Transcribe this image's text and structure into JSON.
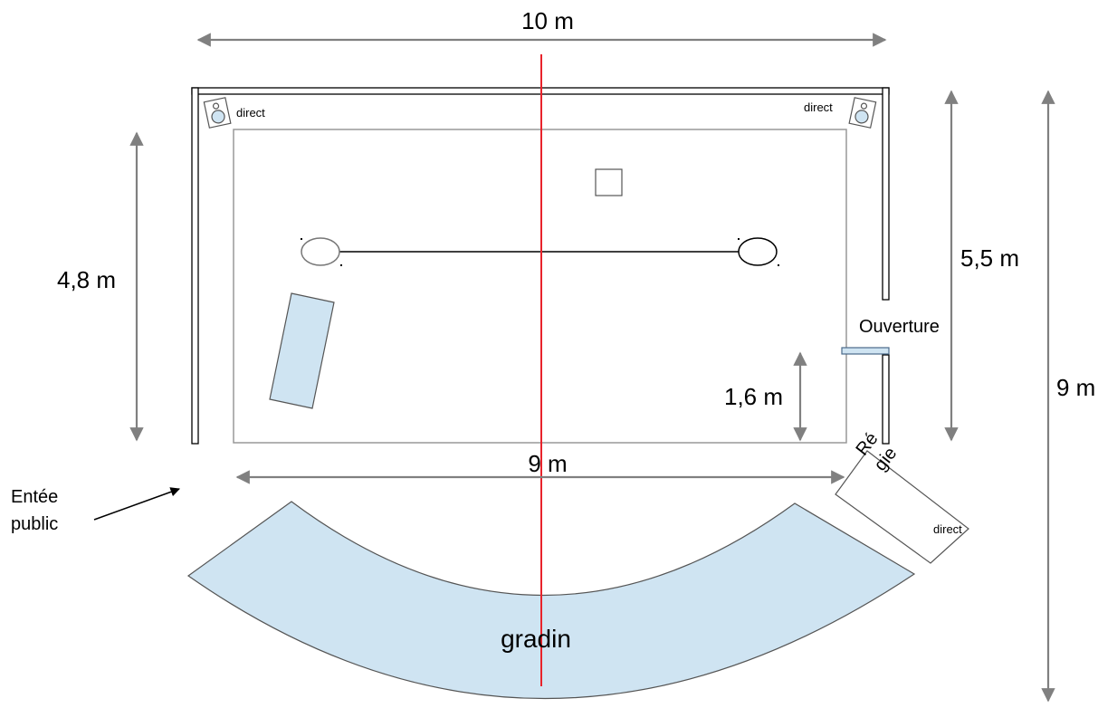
{
  "dimensions": {
    "top_width": "10 m",
    "left_depth": "4,8 m",
    "right_depth": "5,5 m",
    "total_depth": "9 m",
    "stage_width": "9 m",
    "side_height": "1,6 m"
  },
  "labels": {
    "speaker_left": "direct",
    "speaker_right": "direct",
    "opening": "Ouverture",
    "regie_line1": "Ré",
    "regie_line2": "gie",
    "regie_direct": "direct",
    "entrance_line1": "Entée",
    "entrance_line2": "public",
    "seating": "gradin"
  },
  "colors": {
    "fill_light_blue": "#cfe4f2",
    "axis_red": "#e8232b",
    "dimension_grey": "#808080",
    "outline": "#000000"
  }
}
